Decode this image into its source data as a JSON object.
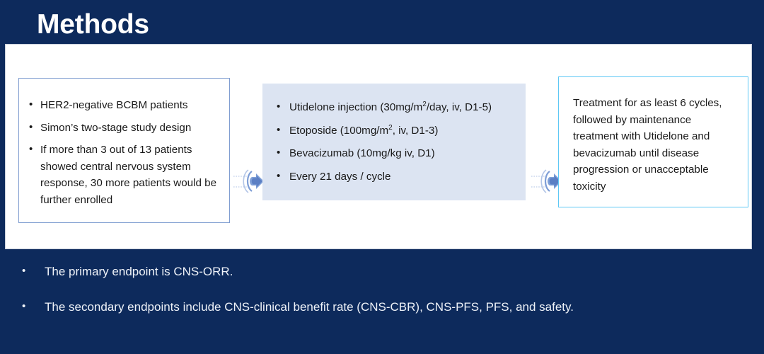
{
  "slide": {
    "title": "Methods",
    "background_color": "#0d2a5c",
    "panel_color": "#ffffff"
  },
  "flow": {
    "boxes": [
      {
        "id": "eligibility",
        "border_color": "#7f9dd0",
        "fill_color": "#ffffff",
        "bullets": [
          "HER2-negative BCBM patients",
          "Simon’s two-stage study design",
          "If more than 3 out of 13 patients showed central nervous system response, 30 more patients would be further enrolled"
        ]
      },
      {
        "id": "regimen",
        "border_color": "none",
        "fill_color": "#dce4f2",
        "bullets_html": [
          "Utidelone injection (30mg/m<sup>2</sup>/day, iv, D1-5)",
          "Etoposide (100mg/m<sup>2</sup>, iv, D1-3)",
          "Bevacizumab (10mg/kg iv, D1)",
          "Every 21 days / cycle"
        ]
      },
      {
        "id": "maintenance",
        "border_color": "#5ec8f5",
        "fill_color": "#ffffff",
        "paragraph": "Treatment for as least 6 cycles, followed by maintenance treatment with Utidelone and bevacizumab until disease progression or unacceptable toxicity"
      }
    ],
    "connectors": [
      {
        "id": "arrow-1",
        "icon": "right-arrow-icon",
        "color": "#5b7fc4"
      },
      {
        "id": "arrow-2",
        "icon": "right-arrow-icon",
        "color": "#5b7fc4"
      }
    ]
  },
  "endpoints": {
    "items": [
      "The primary endpoint is CNS-ORR.",
      "The secondary endpoints include CNS-clinical benefit rate (CNS-CBR), CNS-PFS, PFS, and safety."
    ]
  }
}
